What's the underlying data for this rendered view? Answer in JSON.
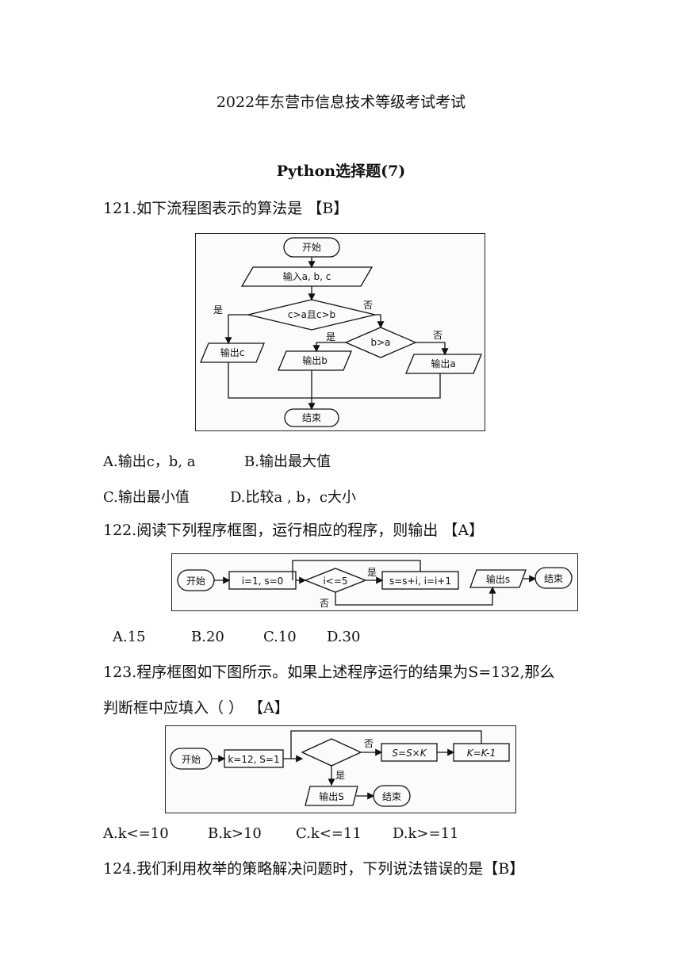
{
  "title": "2022年东营市信息技术等级考试考试",
  "subtitle": "Python选择题(7)",
  "questions": [
    {
      "stem": "121.如下流程图表示的算法是 【B】",
      "options": [
        "A.输出c，b, a",
        "B.输出最大值",
        "C.输出最小值",
        "D.比较a , b，c大小"
      ],
      "flowchart": {
        "start": "开始",
        "input": "输入a, b, c",
        "cond1": "c>a且c>b",
        "yes": "是",
        "no": "否",
        "out_c": "输出c",
        "cond2": "b>a",
        "out_b": "输出b",
        "out_a": "输出a",
        "end": "结束"
      }
    },
    {
      "stem": "122.阅读下列程序框图，运行相应的程序，则输出 【A】",
      "options": [
        "A.15",
        "B.20",
        "C.10",
        "D.30"
      ],
      "flowchart": {
        "start": "开始",
        "init": "i=1, s=0",
        "cond": "i<=5",
        "yes": "是",
        "no": "否",
        "body": "s=s+i, i=i+1",
        "output": "输出s",
        "end": "结束"
      }
    },
    {
      "stem_line1": "123.程序框图如下图所示。如果上述程序运行的结果为S=132,那么",
      "stem_line2": "判断框中应填入（ ） 【A】",
      "options": [
        "A.k<=10",
        "B.k>10",
        "C.k<=11",
        "D.k>=11"
      ],
      "flowchart": {
        "start": "开始",
        "init": "k=12, S=1",
        "no": "否",
        "yes": "是",
        "body1": "S=S×K",
        "body2": "K=K-1",
        "output": "输出S",
        "end": "结束"
      }
    },
    {
      "stem": "124.我们利用枚举的策略解决问题时，下列说法错误的是【B】"
    }
  ]
}
